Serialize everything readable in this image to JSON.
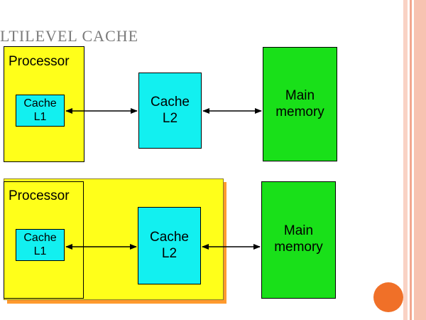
{
  "slide": {
    "title": "LTILEVEL CACHE"
  },
  "diagram_top": {
    "processor_label": "Processor",
    "cache_l1": {
      "line1": "Cache",
      "line2": "L1"
    },
    "cache_l2": {
      "line1": "Cache",
      "line2": "L2"
    },
    "main_memory": {
      "line1": "Main",
      "line2": "memory"
    }
  },
  "diagram_bottom": {
    "processor_label": "Processor",
    "cache_l1": {
      "line1": "Cache",
      "line2": "L1"
    },
    "cache_l2": {
      "line1": "Cache",
      "line2": "L2"
    },
    "main_memory": {
      "line1": "Main",
      "line2": "memory"
    }
  },
  "colors": {
    "processor": "#ffff1a",
    "cache": "#12f0f0",
    "memory": "#19e019",
    "accent_orange": "#f07028",
    "border_pink": "#f6b9a6"
  }
}
